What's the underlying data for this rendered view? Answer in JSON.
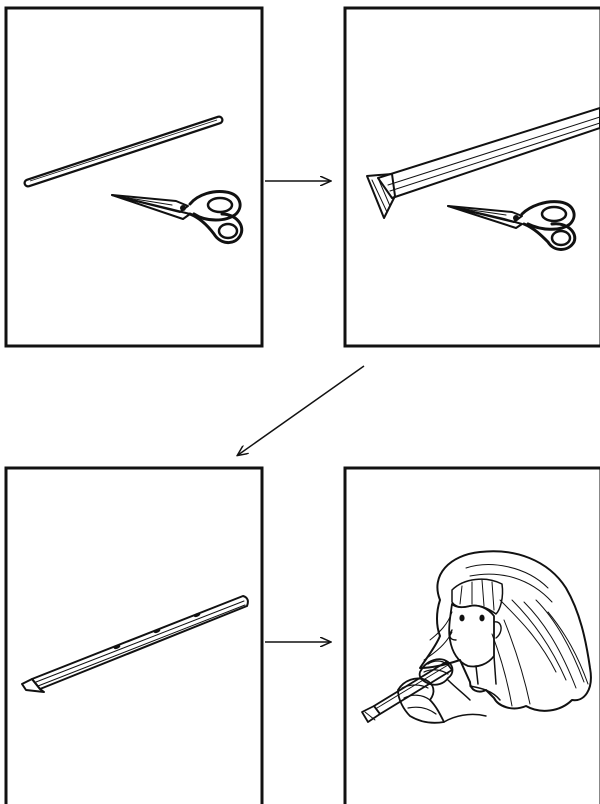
{
  "diagram": {
    "kind": "illustrated step sequence",
    "steps": [
      {
        "id": 1,
        "depicts": "straw-and-scissors"
      },
      {
        "id": 2,
        "depicts": "straw-end-cut-into-point"
      },
      {
        "id": 3,
        "depicts": "straw-with-finger-holes"
      },
      {
        "id": 4,
        "depicts": "girl-playing-straw-flute"
      }
    ],
    "flow": [
      {
        "from": 1,
        "to": 2
      },
      {
        "from": 2,
        "to": 3
      },
      {
        "from": 3,
        "to": 4
      }
    ]
  },
  "colors": {
    "ink": "#111111",
    "paper": "#ffffff"
  }
}
